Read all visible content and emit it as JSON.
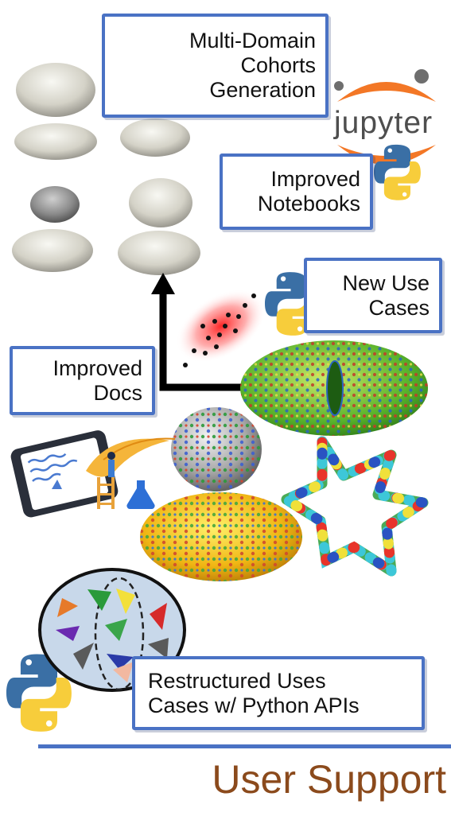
{
  "callouts": {
    "multi_domain": [
      "Multi-Domain",
      "Cohorts",
      "Generation"
    ],
    "notebooks": [
      "Improved",
      "Notebooks"
    ],
    "new_use_cases": [
      "New Use",
      "Cases"
    ],
    "improved_docs": [
      "Improved",
      "Docs"
    ],
    "restructured": [
      "Restructured Uses",
      "Cases w/ Python APIs"
    ]
  },
  "logos": {
    "jupyter": "jupyter"
  },
  "section_title": "User Support",
  "icons": [
    "jupyter-logo-icon",
    "python-logo-icon",
    "documentation-illustration-icon",
    "arrow-up-icon"
  ],
  "colors": {
    "callout_border": "#4a72c4",
    "divider": "#4a72c4",
    "title": "#8b4a1c",
    "python_blue": "#3a6fa5",
    "python_yellow": "#f7cd3b",
    "jupyter_orange": "#f37726"
  }
}
